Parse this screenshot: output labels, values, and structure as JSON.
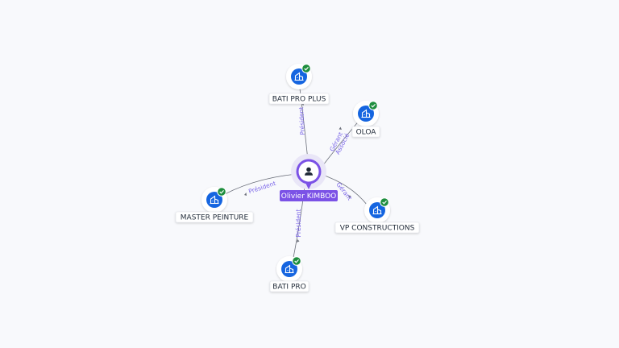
{
  "center": {
    "name": "Olivier KIMBOO",
    "icon": "person-icon",
    "color": "#7b52e6"
  },
  "companies": [
    {
      "name": "BATI PRO PLUS",
      "relation": "Président",
      "icon": "building-icon",
      "badge": "verified-check-icon"
    },
    {
      "name": "OLOA",
      "relation": "Gérant\nAssocié",
      "icon": "building-icon",
      "badge": "verified-check-icon"
    },
    {
      "name": "VP CONSTRUCTIONS",
      "relation": "Gérant",
      "icon": "building-icon",
      "badge": "verified-check-icon"
    },
    {
      "name": "BATI PRO",
      "relation": "Président",
      "icon": "building-icon",
      "badge": "verified-check-icon"
    },
    {
      "name": "MASTER PEINTURE",
      "relation": "Président",
      "icon": "building-icon",
      "badge": "verified-check-icon"
    }
  ],
  "colors": {
    "company_icon": "#1565e0",
    "badge": "#1e8e3e",
    "edge_label": "#7b66e8"
  }
}
